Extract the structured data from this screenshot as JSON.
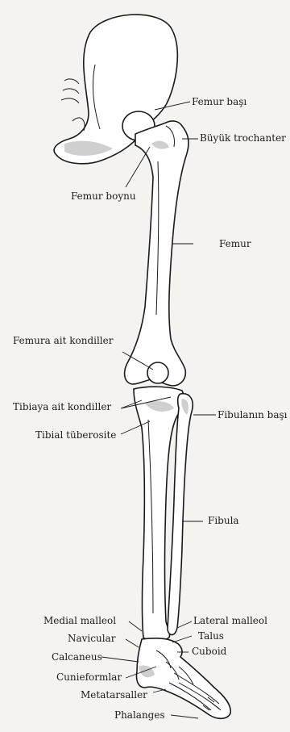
{
  "labels": {
    "femur_basi": "Femur başı",
    "buyuk_trochanter": "Büyük trochanter",
    "femur_boynu": "Femur boynu",
    "femur": "Femur",
    "femura_ait_kondiller": "Femura ait kondiller",
    "tibiaya_ait_kondiller": "Tibiaya ait kondiller",
    "fibulanin_basi": "Fibulanın başı",
    "tibial_tuberosite": "Tibial tüberosite",
    "fibula": "Fibula",
    "medial_malleol": "Medial malleol",
    "lateral_malleol": "Lateral malleol",
    "talus": "Talus",
    "navicular": "Navicular",
    "cuboid": "Cuboid",
    "calcaneus": "Calcaneus",
    "cunieformlar": "Cunieformlar",
    "metatarsaller": "Metatarsaller",
    "phalanges": "Phalanges"
  }
}
